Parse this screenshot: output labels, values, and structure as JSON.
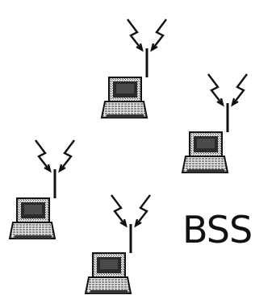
{
  "label": "BSS",
  "stations": [
    {
      "id": "laptop-top"
    },
    {
      "id": "laptop-right"
    },
    {
      "id": "laptop-left"
    },
    {
      "id": "laptop-bottom"
    }
  ],
  "colors": {
    "ink": "#111111",
    "screen": "#2a2a2a",
    "keys": "#bdbdbd",
    "background": "#ffffff"
  }
}
